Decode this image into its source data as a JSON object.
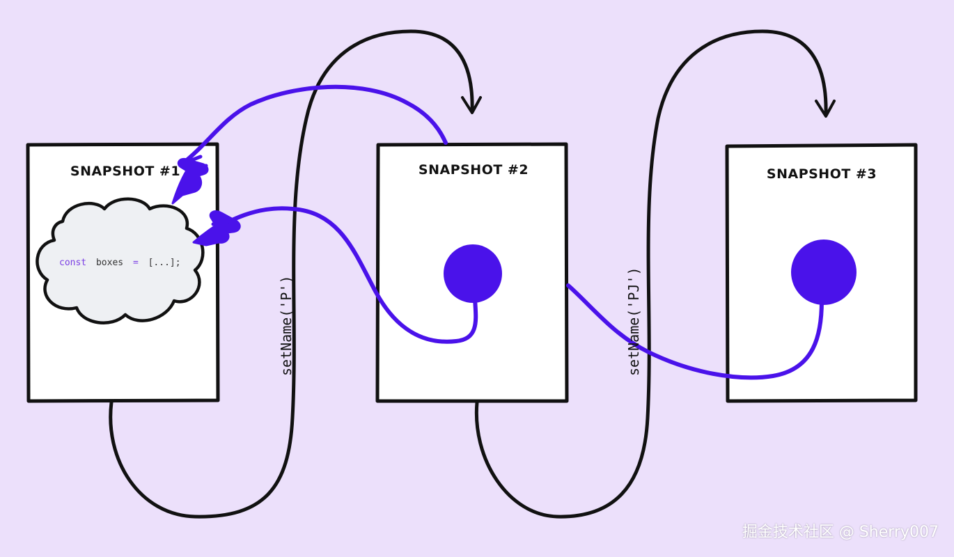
{
  "snapshots": [
    {
      "title": "SNAPSHOT #1"
    },
    {
      "title": "SNAPSHOT #2"
    },
    {
      "title": "SNAPSHOT #3"
    }
  ],
  "code": {
    "keyword": "const",
    "name": "boxes",
    "op": "=",
    "value": "[...];"
  },
  "calls": [
    {
      "label": "setName('P')"
    },
    {
      "label": "setName('PJ')"
    }
  ],
  "watermark": "掘金技术社区 @ Sherry007",
  "colors": {
    "background": "#ece0fb",
    "accent": "#4a12ea",
    "ink": "#111111",
    "cloud_fill": "#eef0f3",
    "keyword": "#7b3fe4"
  }
}
